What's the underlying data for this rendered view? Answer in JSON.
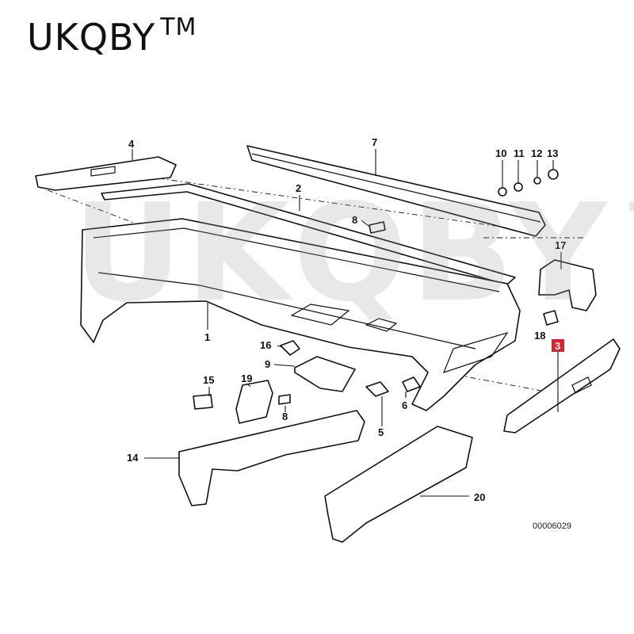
{
  "brand": {
    "name": "UKQBY",
    "mark": "TM"
  },
  "watermark": "UKQBY™",
  "diagram_code": "00006029",
  "callouts": {
    "c1": "1",
    "c2": "2",
    "c3": "3",
    "c4": "4",
    "c5": "5",
    "c6": "6",
    "c7": "7",
    "c8a": "8",
    "c8b": "8",
    "c9": "9",
    "c10": "10",
    "c11": "11",
    "c12": "12",
    "c13": "13",
    "c14": "14",
    "c15": "15",
    "c16": "16",
    "c17": "17",
    "c18": "18",
    "c19": "19",
    "c20": "20"
  },
  "highlight_color": "#d9232e"
}
